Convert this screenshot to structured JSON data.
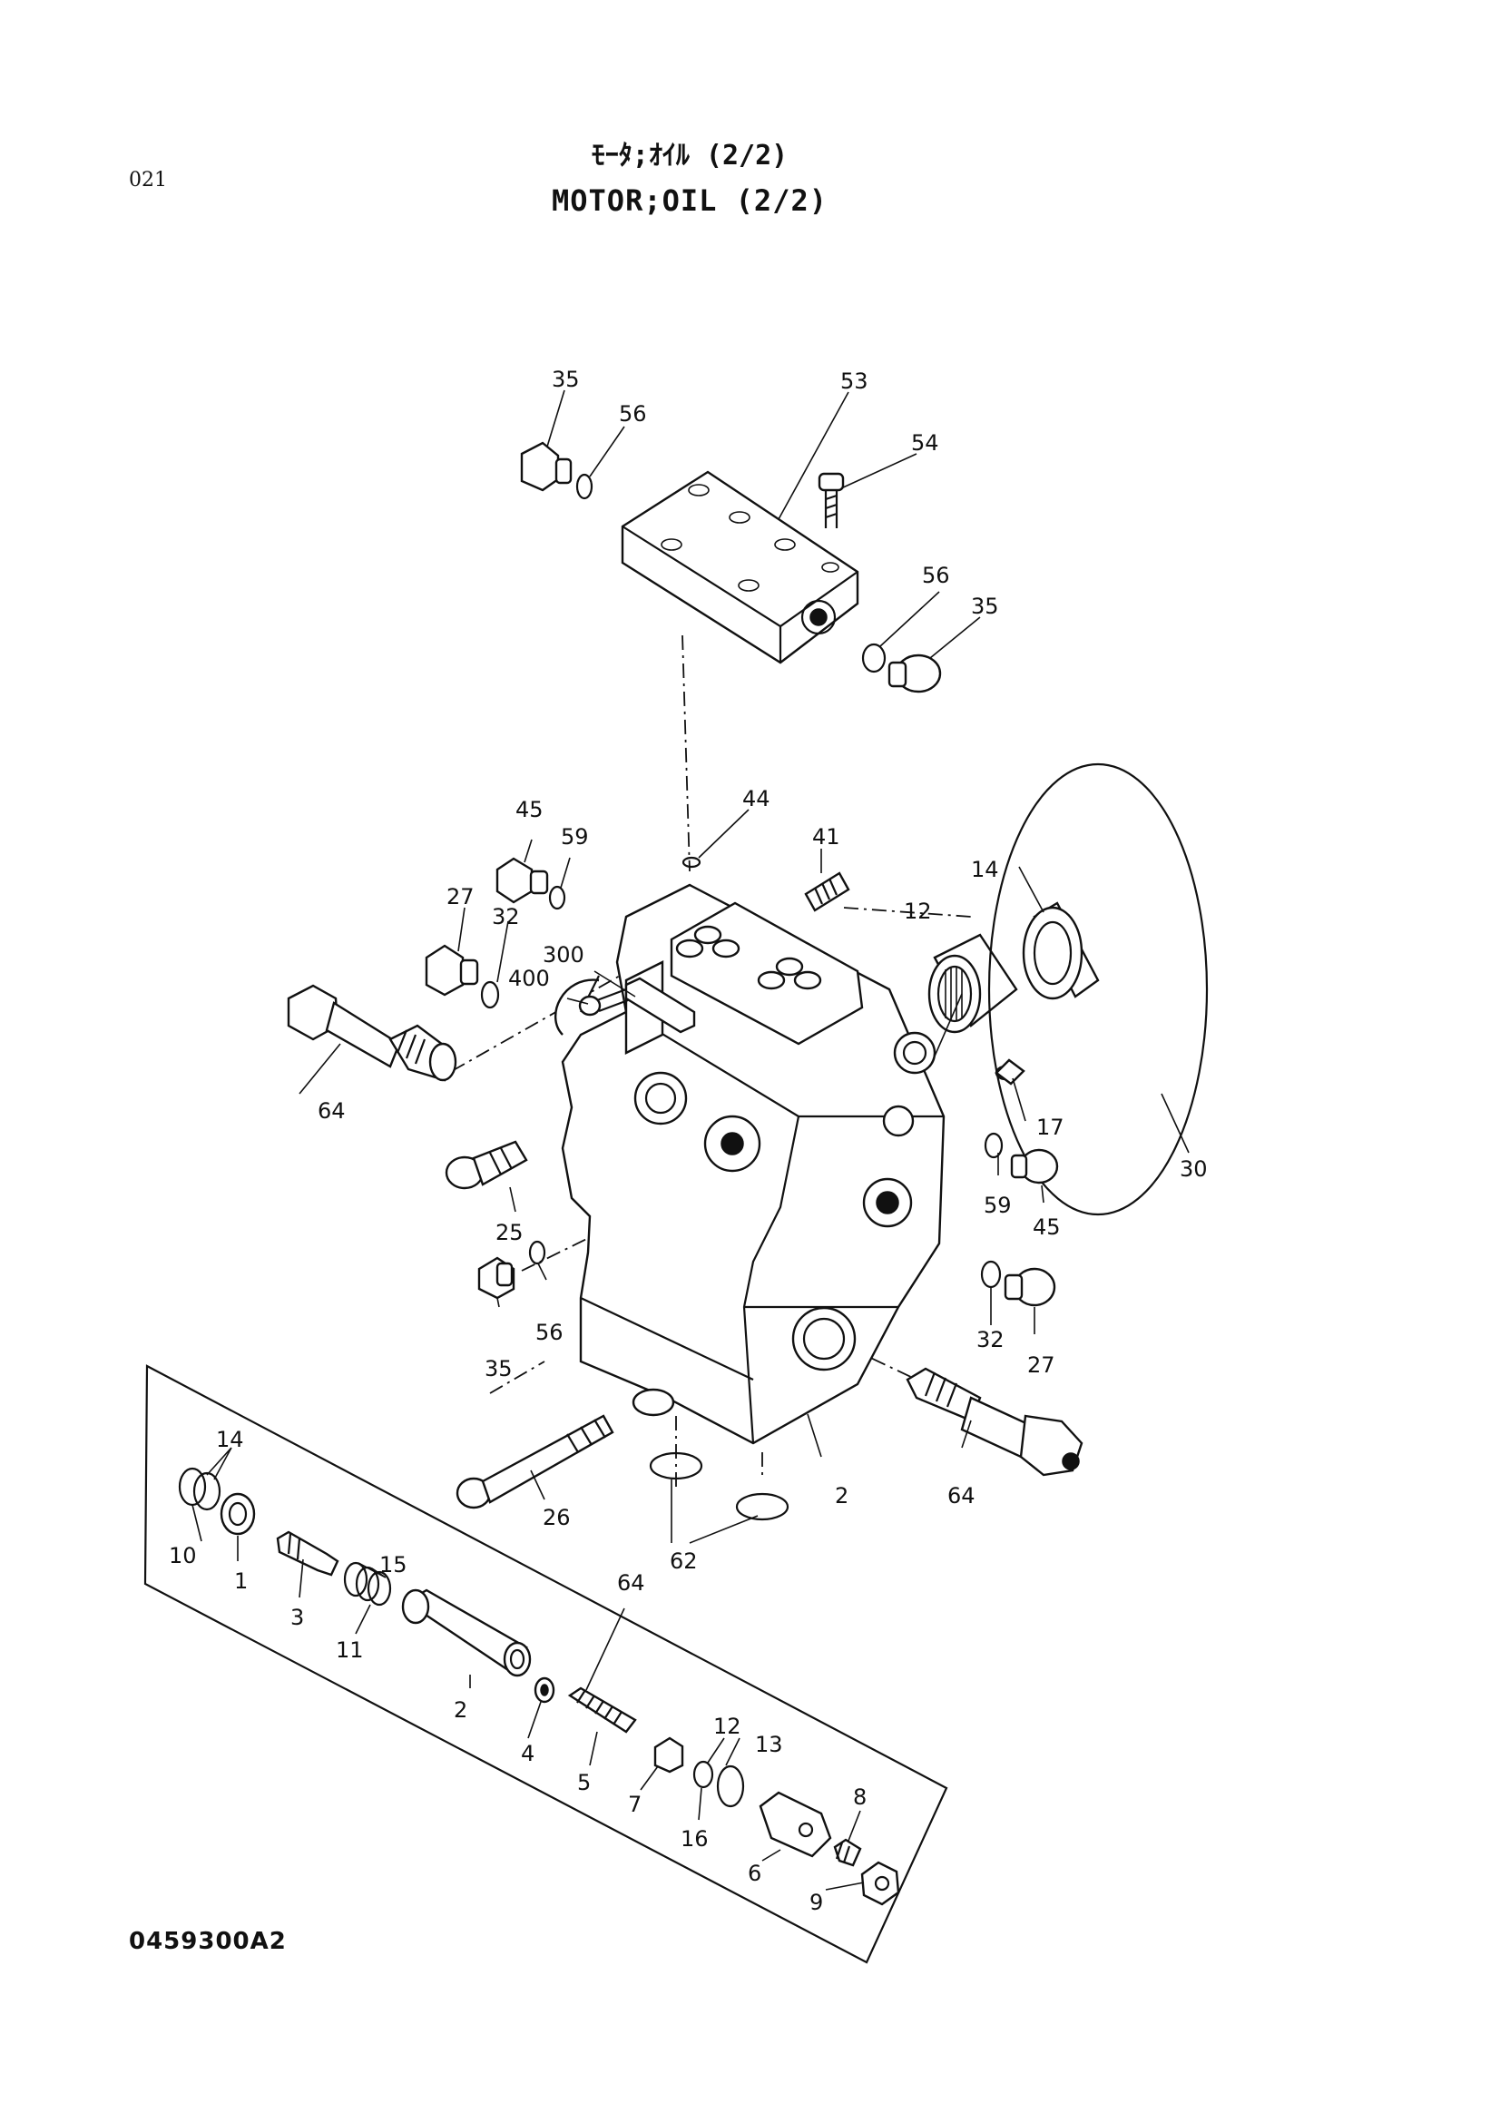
{
  "header": {
    "page_number": "021",
    "title_jp": "ﾓｰﾀ;ｵｲﾙ (2/2)",
    "title_en": "MOTOR;OIL (2/2)"
  },
  "footer": {
    "drawing_code": "0459300A2"
  },
  "callouts": [
    {
      "id": "c35a",
      "label": "35"
    },
    {
      "id": "c56a",
      "label": "56"
    },
    {
      "id": "c53",
      "label": "53"
    },
    {
      "id": "c54",
      "label": "54"
    },
    {
      "id": "c56b",
      "label": "56"
    },
    {
      "id": "c35b",
      "label": "35"
    },
    {
      "id": "c44",
      "label": "44"
    },
    {
      "id": "c45a",
      "label": "45"
    },
    {
      "id": "c59a",
      "label": "59"
    },
    {
      "id": "c41",
      "label": "41"
    },
    {
      "id": "c14a",
      "label": "14"
    },
    {
      "id": "c12a",
      "label": "12"
    },
    {
      "id": "c27a",
      "label": "27"
    },
    {
      "id": "c32a",
      "label": "32"
    },
    {
      "id": "c300",
      "label": "300"
    },
    {
      "id": "c400",
      "label": "400"
    },
    {
      "id": "c64a",
      "label": "64"
    },
    {
      "id": "c17",
      "label": "17"
    },
    {
      "id": "c30",
      "label": "30"
    },
    {
      "id": "c59b",
      "label": "59"
    },
    {
      "id": "c45b",
      "label": "45"
    },
    {
      "id": "c25",
      "label": "25"
    },
    {
      "id": "c56c",
      "label": "56"
    },
    {
      "id": "c35c",
      "label": "35"
    },
    {
      "id": "c32b",
      "label": "32"
    },
    {
      "id": "c27b",
      "label": "27"
    },
    {
      "id": "c2a",
      "label": "2"
    },
    {
      "id": "c64b",
      "label": "64"
    },
    {
      "id": "c26",
      "label": "26"
    },
    {
      "id": "c62",
      "label": "62"
    },
    {
      "id": "c14b",
      "label": "14"
    },
    {
      "id": "c10",
      "label": "10"
    },
    {
      "id": "c1",
      "label": "1"
    },
    {
      "id": "c3",
      "label": "3"
    },
    {
      "id": "c15",
      "label": "15"
    },
    {
      "id": "c11",
      "label": "11"
    },
    {
      "id": "c64c",
      "label": "64"
    },
    {
      "id": "c2b",
      "label": "2"
    },
    {
      "id": "c4",
      "label": "4"
    },
    {
      "id": "c5",
      "label": "5"
    },
    {
      "id": "c12b",
      "label": "12"
    },
    {
      "id": "c13",
      "label": "13"
    },
    {
      "id": "c7",
      "label": "7"
    },
    {
      "id": "c16",
      "label": "16"
    },
    {
      "id": "c8",
      "label": "8"
    },
    {
      "id": "c6",
      "label": "6"
    },
    {
      "id": "c9",
      "label": "9"
    }
  ]
}
